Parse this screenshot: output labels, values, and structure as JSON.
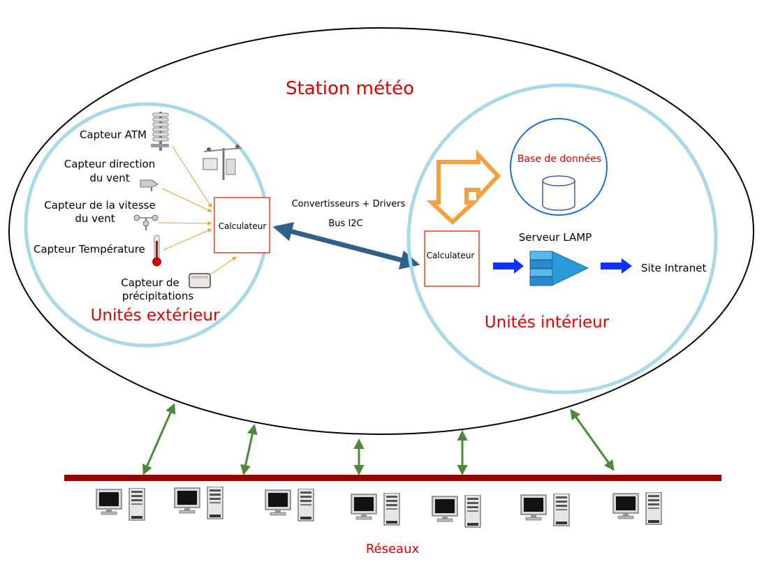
{
  "title": "Station météo",
  "outdoor": {
    "title": "Unités extérieur",
    "sensors": {
      "atm": "Capteur ATM",
      "wind_dir_1": "Capteur direction",
      "wind_dir_2": "du vent",
      "wind_speed_1": "Capteur de la vitesse",
      "wind_speed_2": "du vent",
      "temperature": "Capteur Température",
      "precip_1": "Capteur de",
      "precip_2": "précipitations"
    },
    "computer": "Calculateur"
  },
  "link": {
    "label_1": "Convertisseurs + Drivers",
    "label_2": "Bus I2C"
  },
  "indoor": {
    "title": "Unités intérieur",
    "database": "Base de données",
    "computer": "Calculateur",
    "server": "Serveur LAMP",
    "site": "Site Intranet"
  },
  "network": {
    "label": "Réseaux"
  },
  "colors": {
    "accent_red": "#e00000",
    "circle_blue": "#a9d8e6",
    "network_bar": "#9b0000",
    "link_arrow": "#2f5f8a",
    "net_arrow": "#4a8a3a",
    "flow_arrow": "#1030ff",
    "orange": "#f4a040",
    "sensor_line": "#f0a020"
  }
}
